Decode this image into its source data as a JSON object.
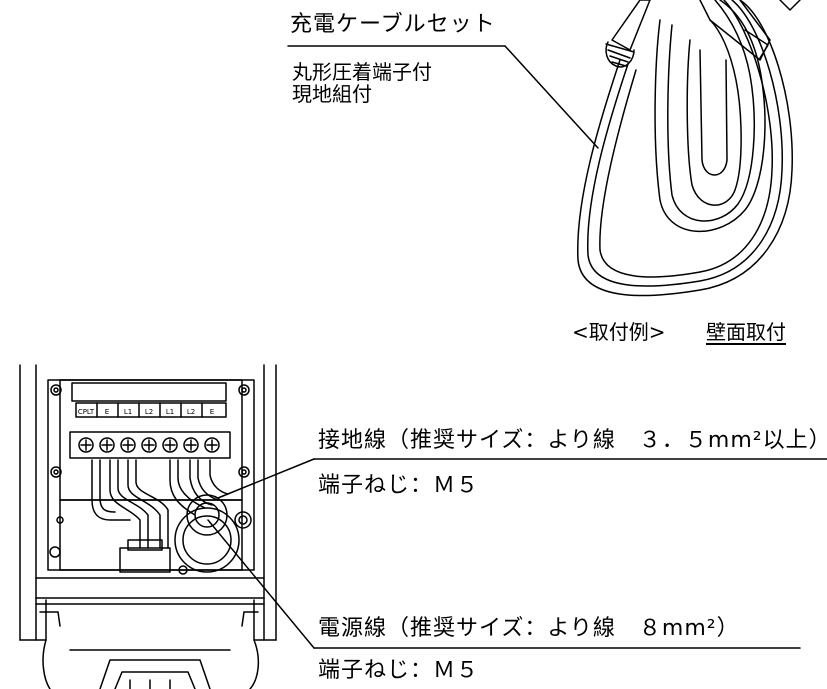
{
  "cable_set": {
    "title": "充電ケーブルセット",
    "note_line1": "丸形圧着端子付",
    "note_line2": "現地組付"
  },
  "example": {
    "caption": "<取付例>",
    "mount": "壁面取付"
  },
  "earth_wire": {
    "label": "接地線（推奨サイズ：より線　３．５mm²以上）",
    "screw": "端子ねじ：Ｍ５"
  },
  "power_wire": {
    "label": "電源線（推奨サイズ：より線　８mm²）",
    "screw": "端子ねじ：Ｍ５"
  },
  "terminal_labels": [
    "CPLT",
    "E",
    "L1",
    "L2",
    "L1",
    "L2",
    "E"
  ]
}
